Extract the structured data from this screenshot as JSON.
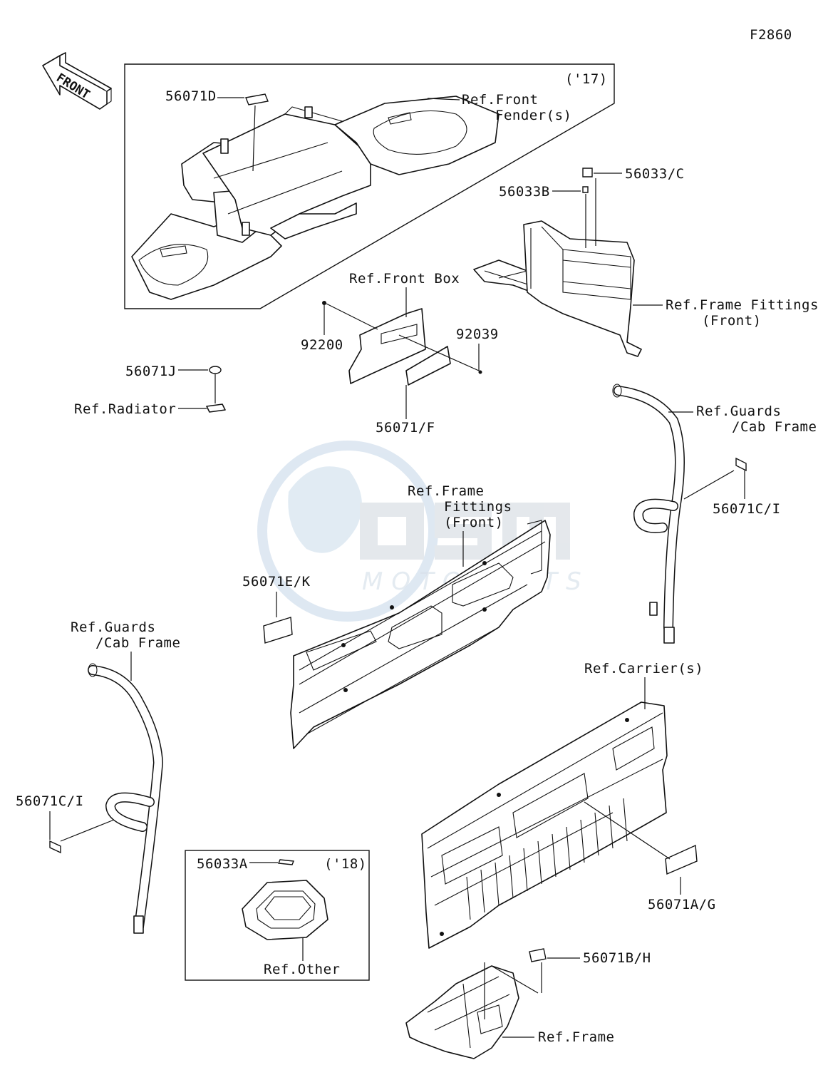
{
  "figure_code": "F2860",
  "direction_arrow": {
    "text": "FRONT",
    "icon": "front-direction-arrow-icon"
  },
  "inset_boxes": [
    {
      "id": "top",
      "year": "('17)"
    },
    {
      "id": "bottom",
      "year": "('18)"
    }
  ],
  "labels": {
    "l56071D": "56071D",
    "ref_front_fender_1": "Ref.Front",
    "ref_front_fender_2": "Fender(s)",
    "l56033C": "56033/C",
    "l56033B": "56033B",
    "ref_front_box": "Ref.Front Box",
    "l92200": "92200",
    "l92039": "92039",
    "l56071F": "56071/F",
    "ref_frame_fittings_front_1": "Ref.Frame Fittings",
    "ref_frame_fittings_front_2": "(Front)",
    "l56071J": "56071J",
    "ref_radiator": "Ref.Radiator",
    "ref_guards_right_1": "Ref.Guards",
    "ref_guards_right_2": "/Cab Frame",
    "l56071CI_right": "56071C/I",
    "ref_frame_mid_1": "Ref.Frame",
    "ref_frame_mid_2": "Fittings",
    "ref_frame_mid_3": "(Front)",
    "l56071EK": "56071E/K",
    "ref_guards_left_1": "Ref.Guards",
    "ref_guards_left_2": "/Cab Frame",
    "ref_carriers": "Ref.Carrier(s)",
    "l56071CI_left": "56071C/I",
    "l56033A": "56033A",
    "l56071AG": "56071A/G",
    "ref_other": "Ref.Other",
    "l56071BH": "56071B/H",
    "ref_frame_bottom": "Ref.Frame"
  },
  "watermark": {
    "brand": "osm",
    "tagline": "MOTOPARTS",
    "color": "#b9c9da"
  }
}
